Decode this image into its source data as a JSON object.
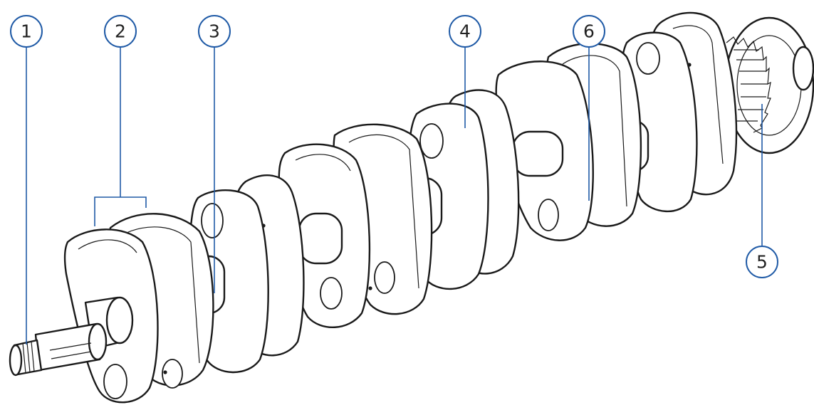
{
  "diagram": {
    "callouts": [
      {
        "id": "c1",
        "label": "1"
      },
      {
        "id": "c2",
        "label": "2"
      },
      {
        "id": "c3",
        "label": "3"
      },
      {
        "id": "c4",
        "label": "4"
      },
      {
        "id": "c5",
        "label": "5"
      },
      {
        "id": "c6",
        "label": "6"
      }
    ]
  },
  "colors": {
    "callout_blue": "#1f5aa6",
    "line_art": "#1a1a1a",
    "background": "#ffffff"
  }
}
